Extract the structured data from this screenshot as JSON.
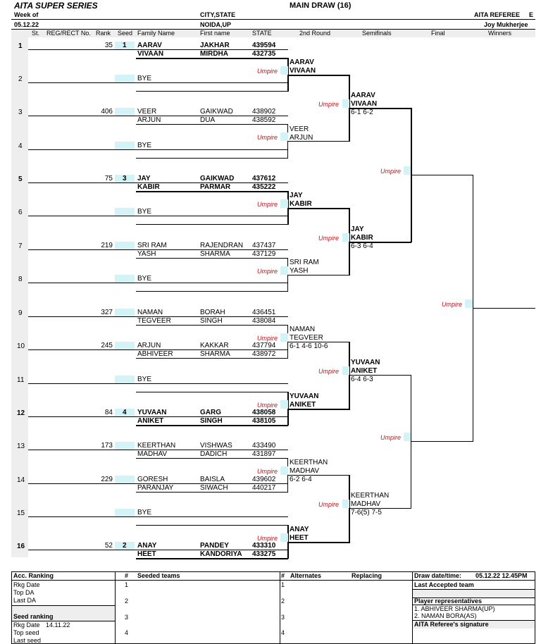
{
  "header": {
    "title": "AITA SUPER SERIES",
    "week_label": "Week of",
    "week_value": "05.12.22",
    "city_label": "CITY,STATE",
    "city_value": "NOIDA,UP",
    "draw_title": "MAIN DRAW (16)",
    "referee_label": "AITA REFEREE",
    "referee_grade": "E",
    "referee_name": "Joy Mukherjee"
  },
  "columns": {
    "st": "St.",
    "reg": "REG/RECT No.",
    "rank": "Rank",
    "seed": "Seed",
    "family": "Family Name",
    "first": "First name",
    "state": "STATE",
    "round2": "2nd Round",
    "semis": "Semifinals",
    "final": "Final",
    "winners": "Winners"
  },
  "umpire_label": "Umpire",
  "entries": [
    {
      "pos": "1",
      "rank": "35",
      "seed": "1",
      "p1_family": "AARAV",
      "p1_first": "JAKHAR",
      "p1_state": "439594",
      "p2_family": "VIVAAN",
      "p2_first": "MIRDHA",
      "p2_state": "432735"
    },
    {
      "pos": "2",
      "rank": "",
      "seed": "",
      "p1_family": "BYE",
      "p1_first": "",
      "p1_state": "",
      "p2_family": "",
      "p2_first": "",
      "p2_state": ""
    },
    {
      "pos": "3",
      "rank": "406",
      "seed": "",
      "p1_family": "VEER",
      "p1_first": "GAIKWAD",
      "p1_state": "438902",
      "p2_family": "ARJUN",
      "p2_first": "DUA",
      "p2_state": "438592"
    },
    {
      "pos": "4",
      "rank": "",
      "seed": "",
      "p1_family": "BYE",
      "p1_first": "",
      "p1_state": "",
      "p2_family": "",
      "p2_first": "",
      "p2_state": ""
    },
    {
      "pos": "5",
      "rank": "75",
      "seed": "3",
      "p1_family": "JAY",
      "p1_first": "GAIKWAD",
      "p1_state": "437612",
      "p2_family": "KABIR",
      "p2_first": "PARMAR",
      "p2_state": "435222"
    },
    {
      "pos": "6",
      "rank": "",
      "seed": "",
      "p1_family": "BYE",
      "p1_first": "",
      "p1_state": "",
      "p2_family": "",
      "p2_first": "",
      "p2_state": ""
    },
    {
      "pos": "7",
      "rank": "219",
      "seed": "",
      "p1_family": "SRI RAM",
      "p1_first": "RAJENDRAN",
      "p1_state": "437437",
      "p2_family": "YASH",
      "p2_first": "SHARMA",
      "p2_state": "437129"
    },
    {
      "pos": "8",
      "rank": "",
      "seed": "",
      "p1_family": "BYE",
      "p1_first": "",
      "p1_state": "",
      "p2_family": "",
      "p2_first": "",
      "p2_state": ""
    },
    {
      "pos": "9",
      "rank": "327",
      "seed": "",
      "p1_family": "NAMAN",
      "p1_first": "BORAH",
      "p1_state": "436451",
      "p2_family": "TEGVEER",
      "p2_first": "SINGH",
      "p2_state": "438084"
    },
    {
      "pos": "10",
      "rank": "245",
      "seed": "",
      "p1_family": "ARJUN",
      "p1_first": "KAKKAR",
      "p1_state": "437794",
      "p2_family": "ABHIVEER",
      "p2_first": "SHARMA",
      "p2_state": "438972"
    },
    {
      "pos": "11",
      "rank": "",
      "seed": "",
      "p1_family": "BYE",
      "p1_first": "",
      "p1_state": "",
      "p2_family": "",
      "p2_first": "",
      "p2_state": ""
    },
    {
      "pos": "12",
      "rank": "84",
      "seed": "4",
      "p1_family": "YUVAAN",
      "p1_first": "GARG",
      "p1_state": "438058",
      "p2_family": "ANIKET",
      "p2_first": "SINGH",
      "p2_state": "438105"
    },
    {
      "pos": "13",
      "rank": "173",
      "seed": "",
      "p1_family": "KEERTHAN",
      "p1_first": "VISHWAS",
      "p1_state": "433490",
      "p2_family": "MADHAV",
      "p2_first": "DADICH",
      "p2_state": "431897"
    },
    {
      "pos": "14",
      "rank": "229",
      "seed": "",
      "p1_family": "GORESH",
      "p1_first": "BAISLA",
      "p1_state": "439602",
      "p2_family": "PARANJAY",
      "p2_first": "SIWACH",
      "p2_state": "440217"
    },
    {
      "pos": "15",
      "rank": "",
      "seed": "",
      "p1_family": "BYE",
      "p1_first": "",
      "p1_state": "",
      "p2_family": "",
      "p2_first": "",
      "p2_state": ""
    },
    {
      "pos": "16",
      "rank": "52",
      "seed": "2",
      "p1_family": "ANAY",
      "p1_first": "PANDEY",
      "p1_state": "433310",
      "p2_family": "HEET",
      "p2_first": "KANDORIYA",
      "p2_state": "433275"
    }
  ],
  "round2": [
    {
      "l1": "AARAV",
      "l2": "VIVAAN",
      "score": ""
    },
    {
      "l1": "VEER",
      "l2": "ARJUN",
      "score": ""
    },
    {
      "l1": "JAY",
      "l2": "KABIR",
      "score": ""
    },
    {
      "l1": "SRI RAM",
      "l2": "YASH",
      "score": ""
    },
    {
      "l1": "NAMAN",
      "l2": "TEGVEER",
      "score": "6-1 4-6 10-6"
    },
    {
      "l1": "YUVAAN",
      "l2": "ANIKET",
      "score": ""
    },
    {
      "l1": "KEERTHAN",
      "l2": "MADHAV",
      "score": "6-2 6-4"
    },
    {
      "l1": "ANAY",
      "l2": "HEET",
      "score": ""
    }
  ],
  "semis": [
    {
      "l1": "AARAV",
      "l2": "VIVAAN",
      "score": "6-1 6-2"
    },
    {
      "l1": "JAY",
      "l2": "KABIR",
      "score": "6-3 6-4"
    },
    {
      "l1": "YUVAAN",
      "l2": "ANIKET",
      "score": "6-4 6-3"
    },
    {
      "l1": "KEERTHAN",
      "l2": "MADHAV",
      "score": "7-6(5) 7-5"
    }
  ],
  "bottom": {
    "acc_ranking": "Acc. Ranking",
    "rkg_date": "Rkg Date",
    "top_da": "Top DA",
    "last_da": "Last DA",
    "seed_ranking": "Seed ranking",
    "seed_rkg_date": "Rkg Date",
    "seed_rkg_value": "14.11.22",
    "top_seed": "Top seed",
    "last_seed": "Last seed",
    "hash": "#",
    "seeded_teams": "Seeded teams",
    "alternates": "Alternates",
    "replacing": "Replacing",
    "n1": "1",
    "n2": "2",
    "n3": "3",
    "n4": "4",
    "draw_date_label": "Draw date/time:",
    "draw_date_value": "05.12.22 12.45PM",
    "last_accepted": "Last Accepted team",
    "player_reps": "Player representatives",
    "rep1": "1. ABHIVEER SHARMA(UP)",
    "rep2": "2. NAMAN BORA(AS)",
    "referee_sig": "AITA  Referee's signature"
  }
}
